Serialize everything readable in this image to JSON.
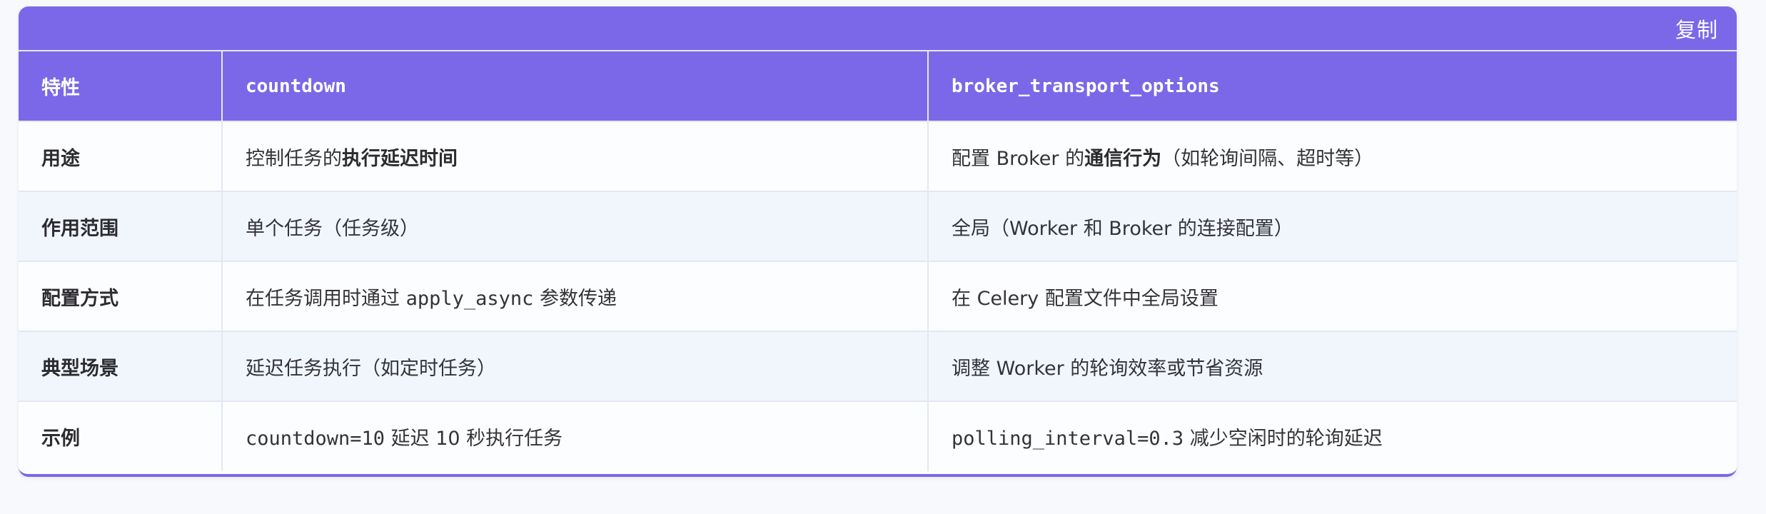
{
  "toolbar": {
    "copy_label": "复制"
  },
  "colors": {
    "accent": "#7a68e8",
    "row_alt": "#f1f6fd",
    "text": "#333338"
  },
  "table": {
    "headers": [
      "特性",
      "countdown",
      "broker_transport_options"
    ],
    "rows": [
      {
        "label": "用途",
        "col1": {
          "pre": "控制任务的",
          "bold": "执行延迟时间",
          "post": ""
        },
        "col2": {
          "pre": "配置 Broker 的",
          "bold": "通信行为",
          "post": "（如轮询间隔、超时等）"
        }
      },
      {
        "label": "作用范围",
        "col1": {
          "pre": "单个任务（任务级）"
        },
        "col2": {
          "pre": "全局（Worker 和 Broker 的连接配置）"
        }
      },
      {
        "label": "配置方式",
        "col1": {
          "pre": "在任务调用时通过 ",
          "code": "apply_async",
          "post": " 参数传递"
        },
        "col2": {
          "pre": "在 Celery 配置文件中全局设置"
        }
      },
      {
        "label": "典型场景",
        "col1": {
          "pre": "延迟任务执行（如定时任务）"
        },
        "col2": {
          "pre": "调整 Worker 的轮询效率或节省资源"
        }
      },
      {
        "label": "示例",
        "col1": {
          "code": "countdown=10",
          "post": " 延迟 10 秒执行任务"
        },
        "col2": {
          "code": "polling_interval=0.3",
          "post": " 减少空闲时的轮询延迟"
        }
      }
    ]
  }
}
